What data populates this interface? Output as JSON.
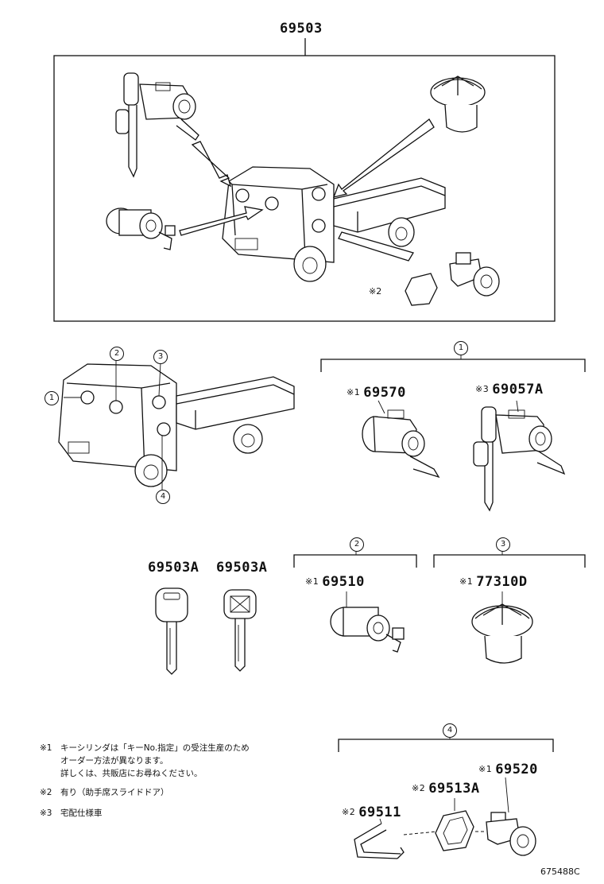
{
  "assembly": {
    "part_no": "69503",
    "mark_2": "※2"
  },
  "locations": {
    "c1": "1",
    "c2": "2",
    "c3": "3",
    "c4": "4"
  },
  "group1": {
    "circle": "1",
    "part_a": {
      "mark": "※1",
      "number": "69570"
    },
    "part_b": {
      "mark": "※3",
      "number": "69057A"
    }
  },
  "keys": {
    "key_a": "69503A",
    "key_b": "69503A"
  },
  "group2": {
    "circle": "2",
    "part": {
      "mark": "※1",
      "number": "69510"
    }
  },
  "group3": {
    "circle": "3",
    "part": {
      "mark": "※1",
      "number": "77310D"
    }
  },
  "group4": {
    "circle": "4",
    "part_a": {
      "mark": "※1",
      "number": "69520"
    },
    "part_b": {
      "mark": "※2",
      "number": "69513A"
    },
    "part_c": {
      "mark": "※2",
      "number": "69511"
    }
  },
  "notes": {
    "n1_mark": "※1",
    "n1_line1": "キーシリンダは「キーNo.指定」の受注生産のため",
    "n1_line2": "オーダー方法が異なります。",
    "n1_line3": "詳しくは、共販店にお尋ねください。",
    "n2_mark": "※2",
    "n2_text": "有り（助手席スライドドア）",
    "n3_mark": "※3",
    "n3_text": "宅配仕様車"
  },
  "diagram_code": "675488C"
}
